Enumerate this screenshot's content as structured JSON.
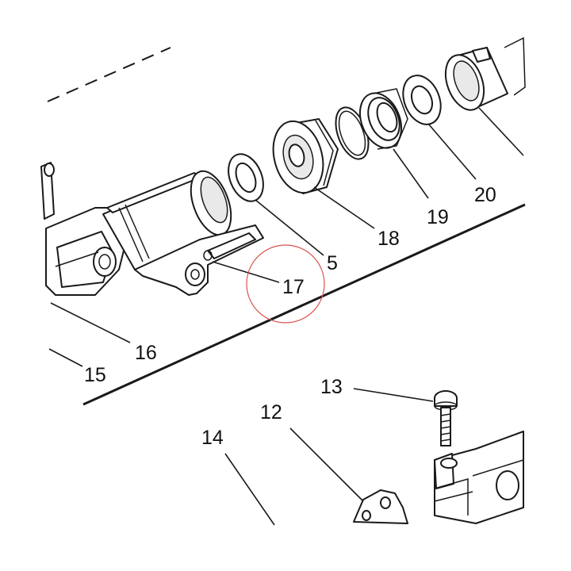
{
  "diagram": {
    "callouts": {
      "p5": "5",
      "p12": "12",
      "p13": "13",
      "p14": "14",
      "p15": "15",
      "p16": "16",
      "p17": "17",
      "p18": "18",
      "p19": "19",
      "p20": "20"
    },
    "highlighted_part": "17",
    "colors": {
      "line": "#1a1a1a",
      "highlight_circle": "#d9534f",
      "background": "#ffffff"
    }
  }
}
